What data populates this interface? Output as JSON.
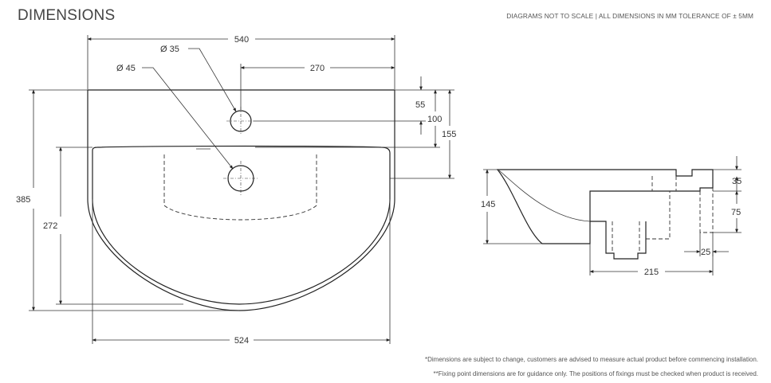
{
  "header": {
    "title": "DIMENSIONS",
    "scale_note": "DIAGRAMS NOT TO SCALE | ALL DIMENSIONS IN MM TOLERANCE OF ± 5MM"
  },
  "plan_view": {
    "overall_width": "540",
    "tap_hole_label": "Ø 35",
    "waste_hole_label": "Ø 45",
    "tap_offset": "270",
    "tap_depth": "55",
    "waste_depth": "100",
    "bowl_depth_offset": "155",
    "overall_depth": "385",
    "bowl_depth": "272",
    "bowl_width": "524"
  },
  "side_view": {
    "height": "145",
    "rim_thickness": "35",
    "fixing_height": "75",
    "fixing_width": "25",
    "base_width": "215"
  },
  "footnotes": {
    "note1": "*Dimensions are subject to change, customers are advised to measure actual product before commencing installation.",
    "note2": "**Fixing point dimensions are for guidance only. The positions of fixings must be checked when product is received."
  }
}
